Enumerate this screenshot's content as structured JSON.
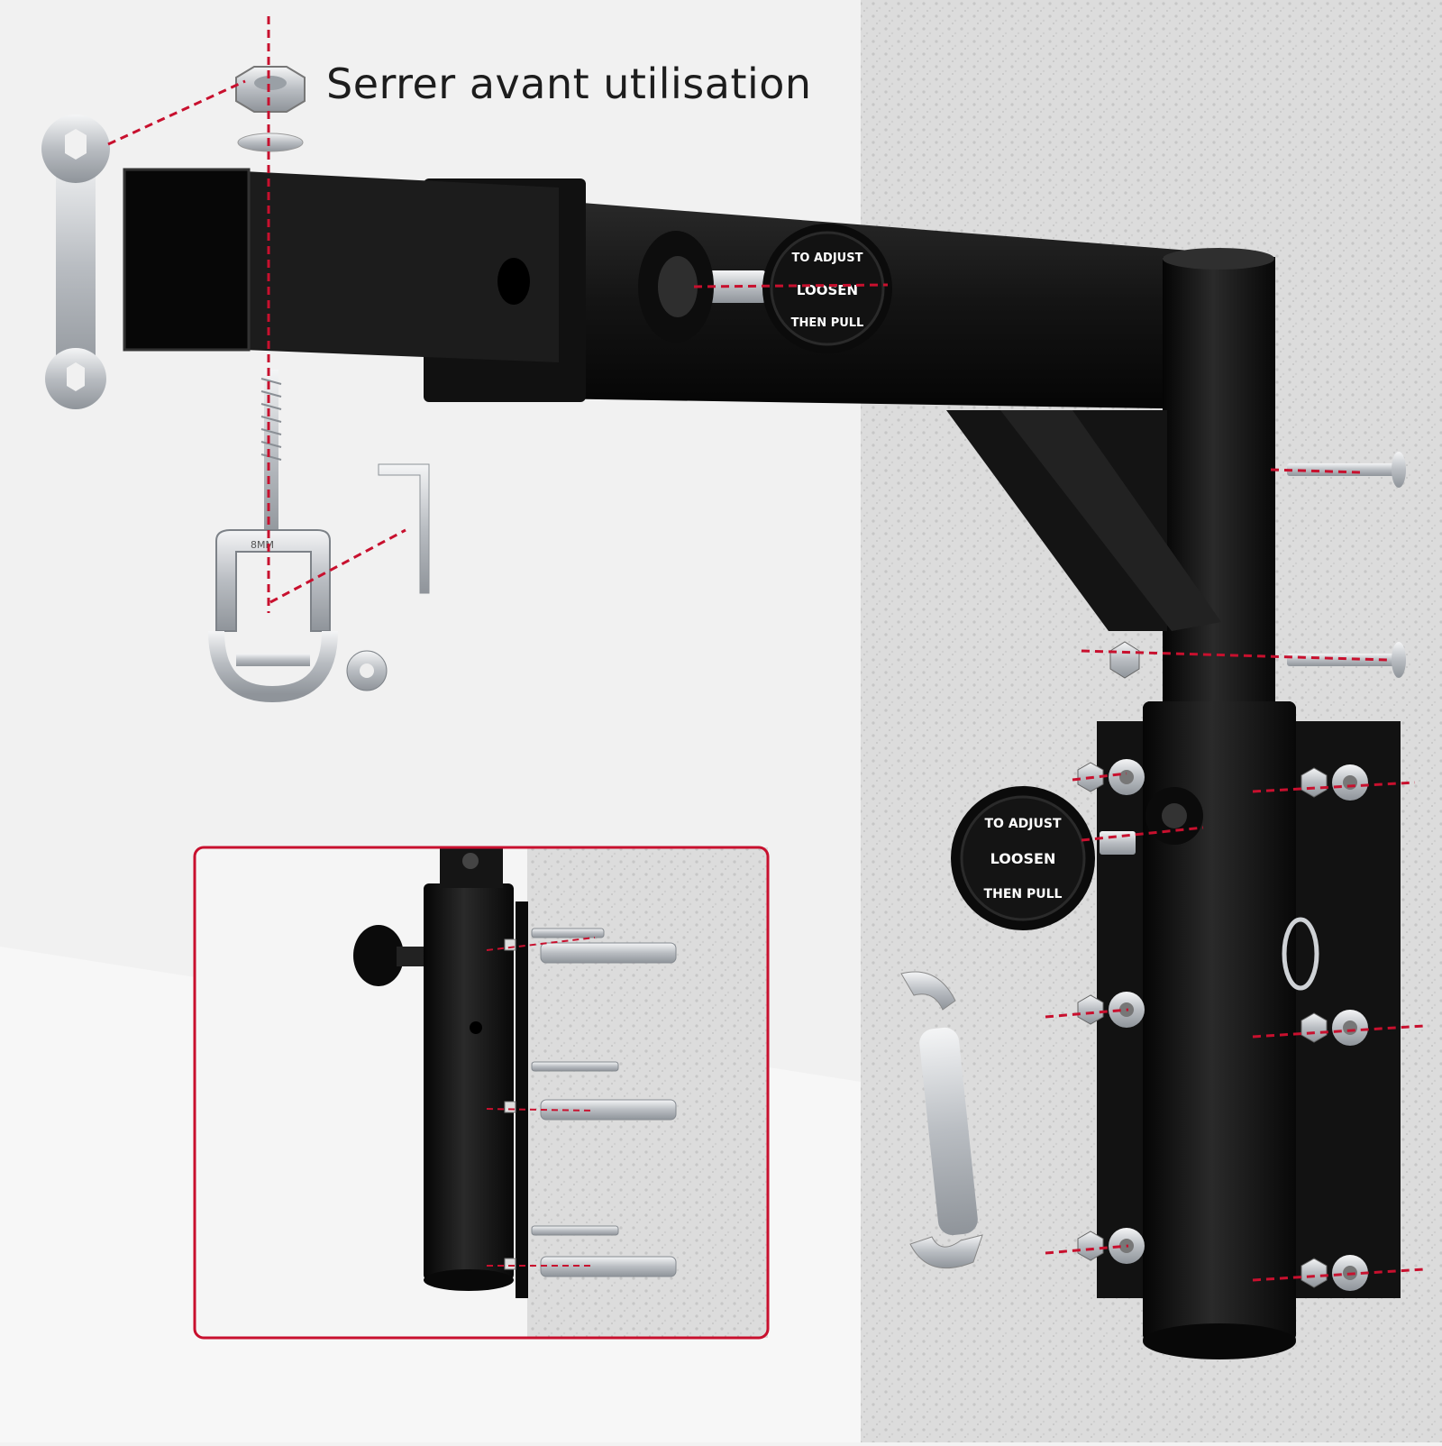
{
  "caption": {
    "text": "Serrer avant utilisation"
  },
  "knob_upper": {
    "line1": "TO ADJUST",
    "line2": "LOOSEN",
    "line3": "THEN PULL"
  },
  "knob_lower": {
    "line1": "TO ADJUST",
    "line2": "LOOSEN",
    "line3": "THEN PULL"
  },
  "clevis_stamp": {
    "text": "8MM"
  },
  "colors": {
    "guide_line": "#c8102e",
    "inset_border": "#c8102e",
    "steel_black": "#161616",
    "zinc": "#c9ccd0",
    "wall": "#d9d9d9"
  }
}
